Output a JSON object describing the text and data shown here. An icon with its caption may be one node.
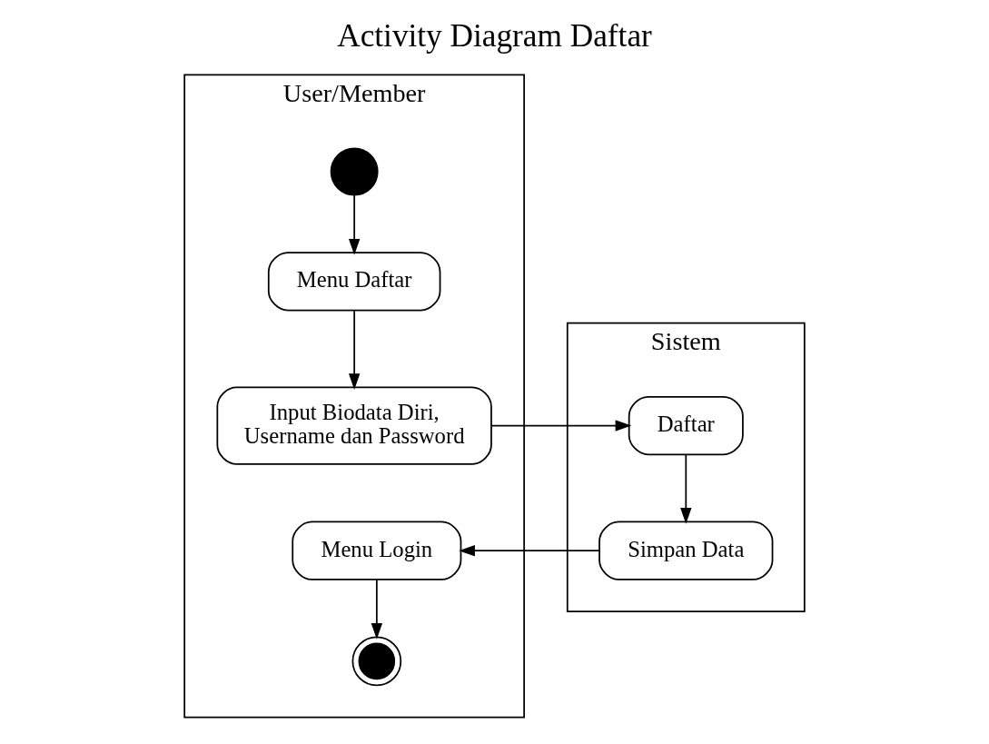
{
  "diagram": {
    "title": "Activity Diagram Daftar",
    "nodes": [
      {
        "text": [
          "User/Member"
        ]
      },
      {
        "text": [
          "Sistem"
        ]
      },
      {
        "text": [],
        "shape": "circle",
        "in": 0
      },
      {
        "text": [
          "Menu Daftar"
        ],
        "in": 0
      },
      {
        "text": [
          "Input Biodata Diri, Username dan Password"
        ],
        "in": 0
      },
      {
        "text": [
          "Daftar"
        ],
        "in": 1
      },
      {
        "text": [
          "Simpan Data"
        ],
        "in": 1
      },
      {
        "text": [
          "Menu Login"
        ],
        "in": 0
      },
      {
        "text": [],
        "shape": "bullseye",
        "in": 0
      }
    ],
    "edges": [
      {
        "from": 2,
        "to": 3,
        "arrow": "to"
      },
      {
        "from": 3,
        "to": 4,
        "arrow": "to"
      },
      {
        "from": 4,
        "to": 5,
        "arrow": "to"
      },
      {
        "from": 5,
        "to": 6,
        "arrow": "to"
      },
      {
        "from": 6,
        "to": 7,
        "arrow": "to"
      },
      {
        "from": 7,
        "to": 8,
        "arrow": "to"
      }
    ]
  }
}
